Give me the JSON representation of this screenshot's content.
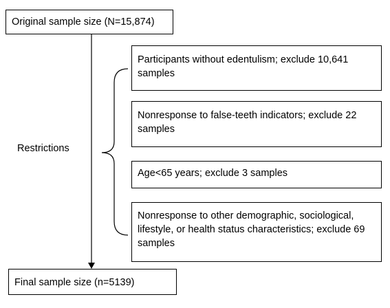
{
  "flowchart": {
    "original_box": "Original sample size (N=15,874)",
    "final_box": "Final sample size (n=5139)",
    "restrictions_label": "Restrictions",
    "restrictions": [
      "Participants without edentulism; exclude 10,641 samples",
      "Nonresponse to false-teeth indicators; exclude 22 samples",
      "Age<65 years; exclude 3 samples",
      "Nonresponse to other demographic, sociological, lifestyle, or health status characteristics; exclude 69 samples"
    ]
  }
}
